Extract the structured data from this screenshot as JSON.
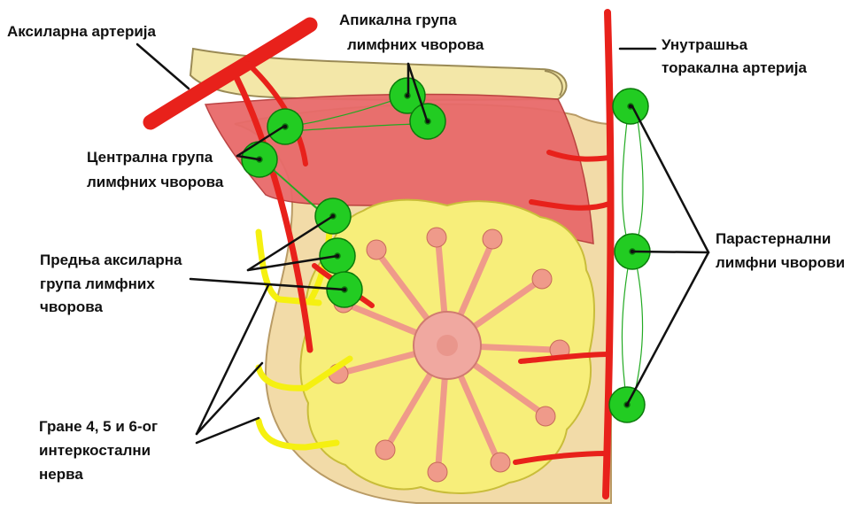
{
  "labels": {
    "axillary_artery": "Аксиларна артерија",
    "apical_group": [
      "Апикална група",
      "лимфних чворова"
    ],
    "internal_thoracic_artery": [
      "Унутрашња",
      "торакална артерија"
    ],
    "central_group": [
      "Централна група",
      "лимфних чворова"
    ],
    "anterior_axillary_group": [
      "Предња аксиларна",
      "група лимфних",
      "чворова"
    ],
    "parasternal_nodes": [
      "Парастернални",
      "лимфни чворови"
    ],
    "intercostal_nerve_branches": [
      "Гране 4, 5 и 6-ог",
      "интеркостални",
      "нерва"
    ]
  },
  "colors": {
    "artery": "#e8211b",
    "lymph_node": "#22cc22",
    "lymph_node_border": "#0b7a0b",
    "nerve": "#f5f011",
    "breast_tissue": "#f7ee7a",
    "lobule": "#ef9a8a",
    "muscle": "#e86a6a",
    "clavicle": "#f3e7a8",
    "skin": "#f2dba8"
  }
}
